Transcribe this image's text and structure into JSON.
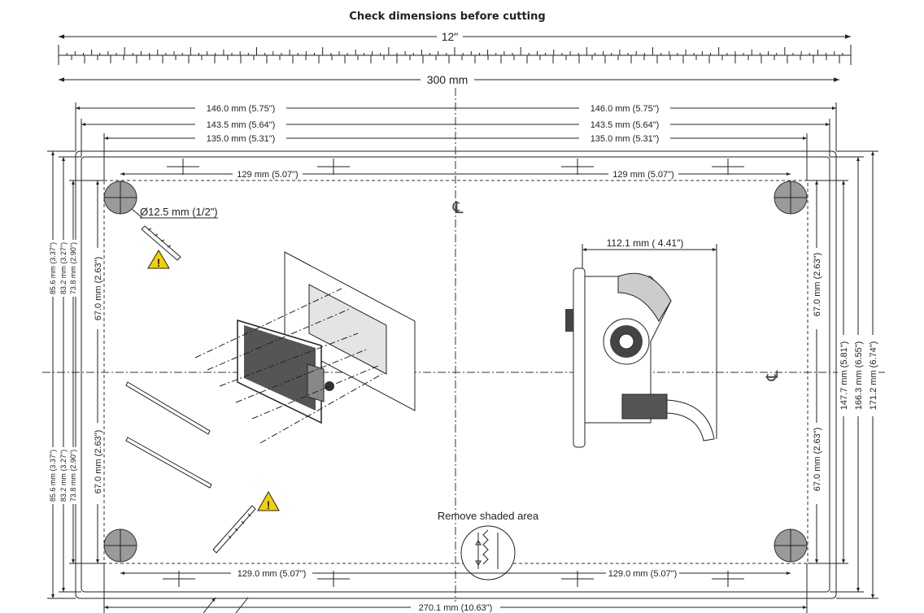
{
  "title": "Check dimensions before cutting",
  "ruler": {
    "inch_label": "12\"",
    "mm_label": "300 mm"
  },
  "top_dims": [
    {
      "left": "146.0 mm (5.75\")",
      "right": "146.0 mm (5.75\")"
    },
    {
      "left": "143.5 mm (5.64\")",
      "right": "143.5 mm (5.64\")"
    },
    {
      "left": "135.0 mm (5.31\")",
      "right": "135.0 mm (5.31\")"
    }
  ],
  "hole_spacing_top": {
    "left": "129 mm (5.07\")",
    "right": "129 mm (5.07\")"
  },
  "hole_spacing_bottom": {
    "left": "129.0  mm (5.07\")",
    "right": "129.0 mm (5.07\")"
  },
  "bottom_width": "270.1 mm (10.63\")",
  "drill_label": "Ø12.5 mm (1/2\")",
  "depth_label": "112.1 mm ( 4.41\")",
  "left_dims": {
    "outer": "85.6 mm (3.37\")",
    "middle": "83.2 mm (3.27\")",
    "inner": "73.8 mm (2.90\")",
    "half": "67.0 mm (2.63\")"
  },
  "right_dims": {
    "half": "67.0 mm (2.63\")",
    "inner": "147.7 mm (5.81\")",
    "middle": "166.3 mm (6.55\")",
    "outer": "171.2 mm (6.74\")"
  },
  "remove_label": "Remove shaded area",
  "centerline_symbol": "CL",
  "colors": {
    "shaded": "#e4e4e7",
    "hole": "#9a9a9a",
    "warning": "#f5d000"
  },
  "icons": [
    "warning-icon",
    "saw-cut-icon",
    "centerline-icon"
  ]
}
